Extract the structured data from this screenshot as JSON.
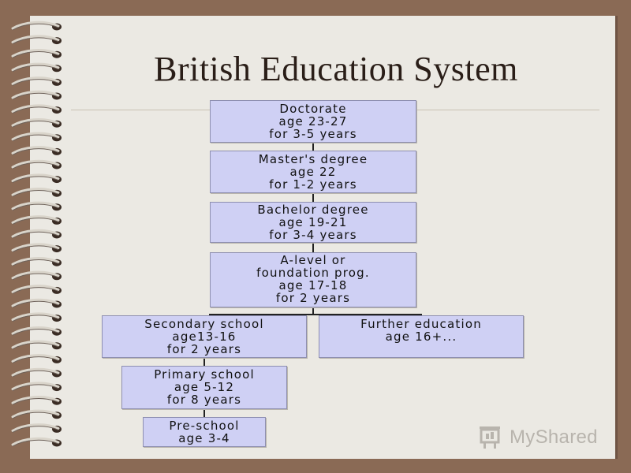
{
  "title": "British Education System",
  "colors": {
    "box_fill": "#cfd0f4",
    "background": "#8a6a55",
    "page": "#ebe9e3"
  },
  "nodes": [
    {
      "id": "doctorate",
      "lines": [
        "Doctorate",
        "age 23-27",
        "for 3-5 years"
      ]
    },
    {
      "id": "masters",
      "lines": [
        "Master's degree",
        "age 22",
        "for 1-2 years"
      ]
    },
    {
      "id": "bachelor",
      "lines": [
        "Bachelor degree",
        "age 19-21",
        "for 3-4 years"
      ]
    },
    {
      "id": "alevel",
      "lines": [
        "A-level or",
        "foundation prog.",
        "age 17-18",
        "for 2 years"
      ]
    },
    {
      "id": "secondary",
      "lines": [
        "Secondary school",
        "age13-16",
        "for 2 years"
      ]
    },
    {
      "id": "further",
      "lines": [
        "Further education",
        "age 16+..."
      ]
    },
    {
      "id": "primary",
      "lines": [
        "Primary school",
        "age 5-12",
        "for 8 years"
      ]
    },
    {
      "id": "preschool",
      "lines": [
        "Pre-school",
        "age 3-4"
      ]
    }
  ],
  "logo": {
    "text": "MyShared",
    "icon": "myshared-logo-icon"
  }
}
